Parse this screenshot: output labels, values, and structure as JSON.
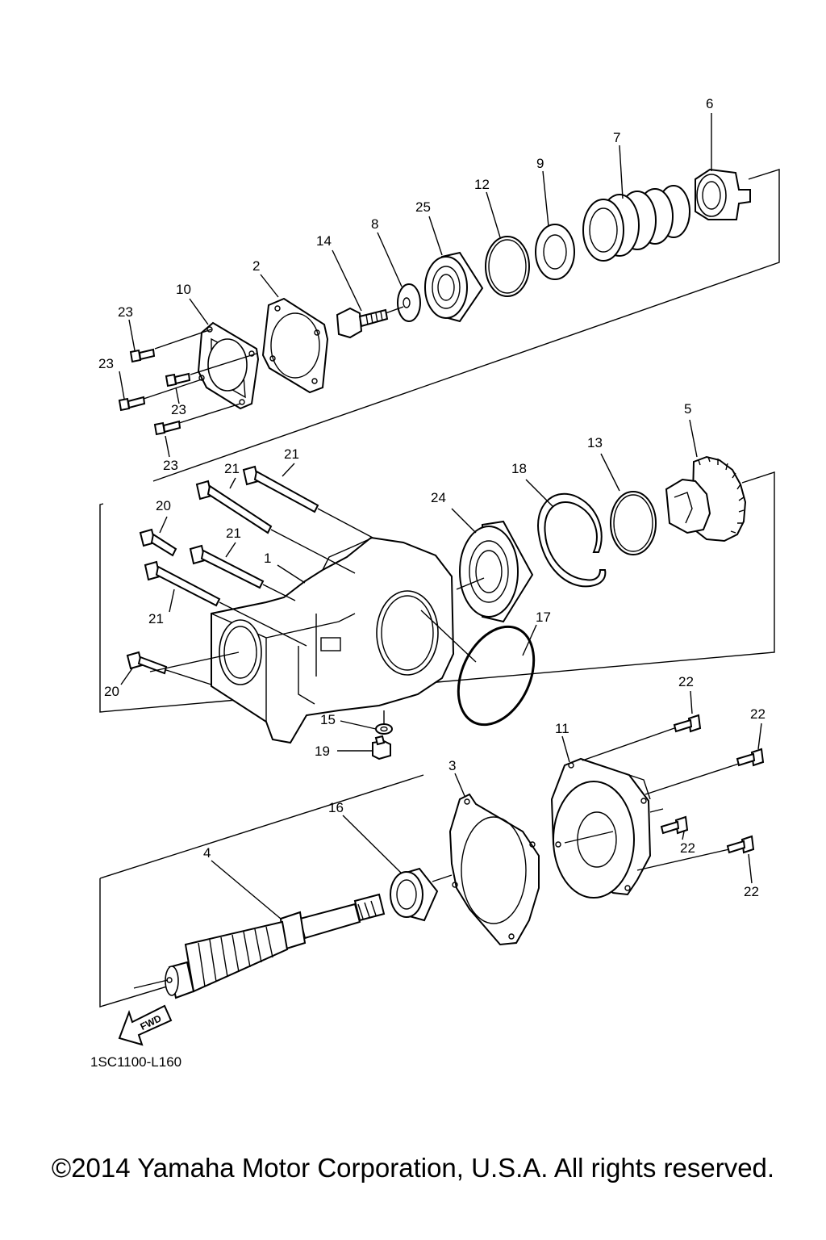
{
  "diagram_code": "1SC1100-L160",
  "fwd_label": "FWD",
  "copyright": "©2014 Yamaha Motor Corporation, U.S.A. All rights reserved.",
  "callouts": [
    "6",
    "7",
    "9",
    "12",
    "25",
    "8",
    "14",
    "2",
    "10",
    "23",
    "23",
    "23",
    "23",
    "5",
    "13",
    "18",
    "24",
    "21",
    "21",
    "20",
    "21",
    "1",
    "21",
    "17",
    "20",
    "22",
    "22",
    "11",
    "15",
    "19",
    "3",
    "16",
    "22",
    "22",
    "4"
  ]
}
